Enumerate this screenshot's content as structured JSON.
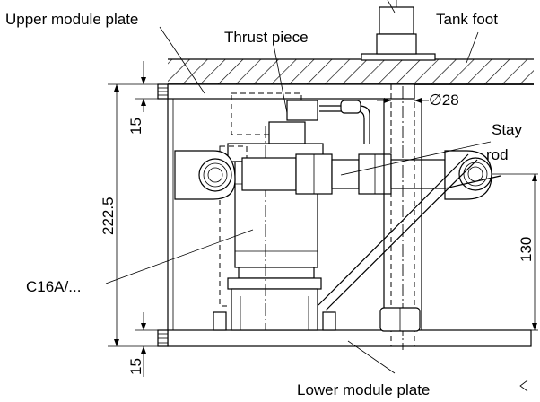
{
  "labels": {
    "upper_plate": "Upper module plate",
    "thrust_piece": "Thrust piece",
    "tank_foot": "Tank foot",
    "diameter": "∅28",
    "stay": "Stay",
    "rod": "rod",
    "c16a": "C16A/...",
    "lower_plate": "Lower module plate"
  },
  "dimensions": {
    "top_15": "15",
    "height": "222.5",
    "right_130": "130",
    "bottom_15": "15"
  }
}
